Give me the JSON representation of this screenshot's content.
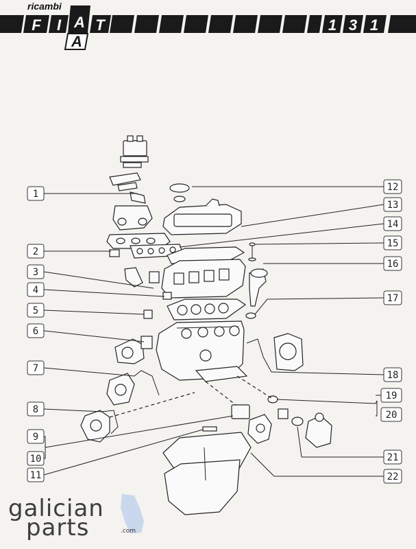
{
  "header": {
    "brand_label": "ricambi",
    "logo_letters": [
      "F",
      "I",
      "A",
      "T"
    ],
    "logo_second_a": "A",
    "model_digits": [
      "1",
      "3",
      "1"
    ]
  },
  "diagram": {
    "callouts": [
      {
        "id": "c1",
        "label": "1"
      },
      {
        "id": "c2",
        "label": "2"
      },
      {
        "id": "c3",
        "label": "3"
      },
      {
        "id": "c4",
        "label": "4"
      },
      {
        "id": "c5",
        "label": "5"
      },
      {
        "id": "c6",
        "label": "6"
      },
      {
        "id": "c7",
        "label": "7"
      },
      {
        "id": "c8",
        "label": "8"
      },
      {
        "id": "c9",
        "label": "9"
      },
      {
        "id": "c10",
        "label": "10"
      },
      {
        "id": "c11",
        "label": "11"
      },
      {
        "id": "c12",
        "label": "12"
      },
      {
        "id": "c13",
        "label": "13"
      },
      {
        "id": "c14",
        "label": "14"
      },
      {
        "id": "c15",
        "label": "15"
      },
      {
        "id": "c16",
        "label": "16"
      },
      {
        "id": "c17",
        "label": "17"
      },
      {
        "id": "c18",
        "label": "18"
      },
      {
        "id": "c19",
        "label": "19"
      },
      {
        "id": "c20",
        "label": "20"
      },
      {
        "id": "c21",
        "label": "21"
      },
      {
        "id": "c22",
        "label": "22"
      }
    ]
  },
  "watermark": {
    "line1": "galician",
    "line2": "parts",
    "suffix": ".com"
  }
}
